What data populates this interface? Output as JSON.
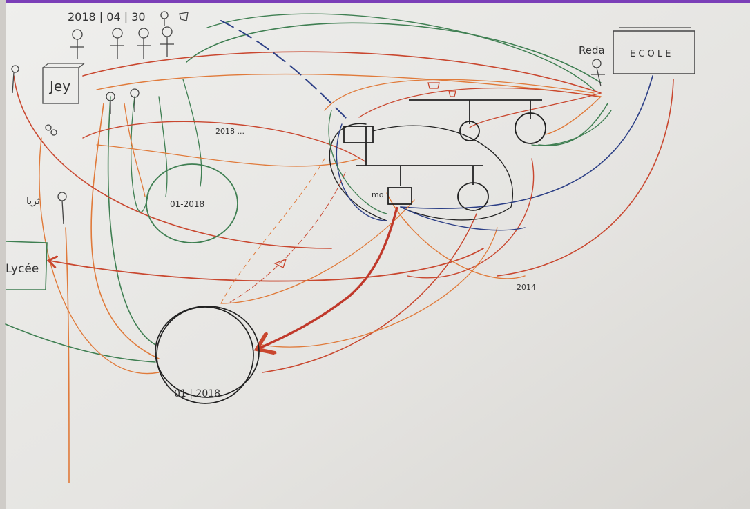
{
  "labels": {
    "date_top": "2018 | 04 | 30",
    "reda": "Reda",
    "ecole": "E C O L E",
    "jey": "Jey",
    "date_center": "01-2018",
    "date_bottom": "01 | 2018",
    "lycee": "Lycée",
    "arabic_left": "ثريا",
    "arrow_2018": "2018 ...",
    "arrow_2014": "2014",
    "mo": "mo"
  },
  "colors": {
    "paper": "#e9e9e7",
    "frame": "#7b3fb8",
    "red": "#c9472f",
    "orange": "#e07a3a",
    "green": "#3f7f52",
    "blue": "#2c3f86",
    "black": "#222222"
  }
}
